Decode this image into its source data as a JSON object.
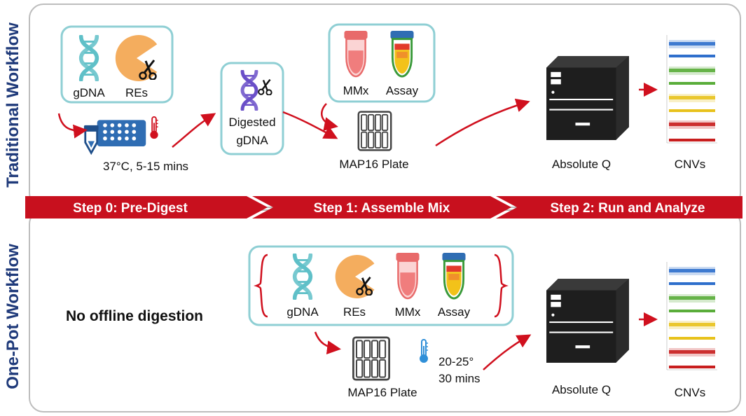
{
  "workflows": {
    "traditional_label": "Traditional Workflow",
    "onepot_label": "One-Pot Workflow"
  },
  "steps": {
    "step0": "Step 0: Pre-Digest",
    "step1": "Step 1: Assemble Mix",
    "step2": "Step 2: Run and Analyze"
  },
  "traditional": {
    "gdna": "gDNA",
    "res": "REs",
    "condition": "37°C, 5-15 mins",
    "digested_line1": "Digested",
    "digested_line2": "gDNA",
    "mmx": "MMx",
    "assay": "Assay",
    "plate": "MAP16 Plate",
    "instrument": "Absolute Q",
    "result": "CNVs"
  },
  "onepot": {
    "note": "No offline digestion",
    "gdna": "gDNA",
    "res": "REs",
    "mmx": "MMx",
    "assay": "Assay",
    "plate": "MAP16 Plate",
    "temp_line1": "20-25°",
    "temp_line2": "30 mins",
    "instrument": "Absolute Q",
    "result": "CNVs"
  },
  "colors": {
    "navy": "#1f3a7a",
    "red_arrow": "#d0101e",
    "step_band": "#c8101e",
    "box_border": "#8fcfd4",
    "dna_teal": "#5fc0c8",
    "enzyme_orange": "#f4ad5e",
    "tube_pink": "#f07d7d",
    "dna_purple": "#6a4fc8",
    "tube_blue": "#2f6db3",
    "instrument": "#1e1e1e",
    "cnv_blue": "#2f6fcc",
    "cnv_green": "#5aad3a",
    "cnv_yellow": "#e8c21c",
    "cnv_red": "#c81e1e"
  },
  "icons": [
    "dna-icon",
    "enzyme-icon",
    "scissors-icon",
    "heat-block-icon",
    "thermometer-icon",
    "tube-icon",
    "plate-icon",
    "instrument-icon",
    "cnv-plot-icon"
  ]
}
